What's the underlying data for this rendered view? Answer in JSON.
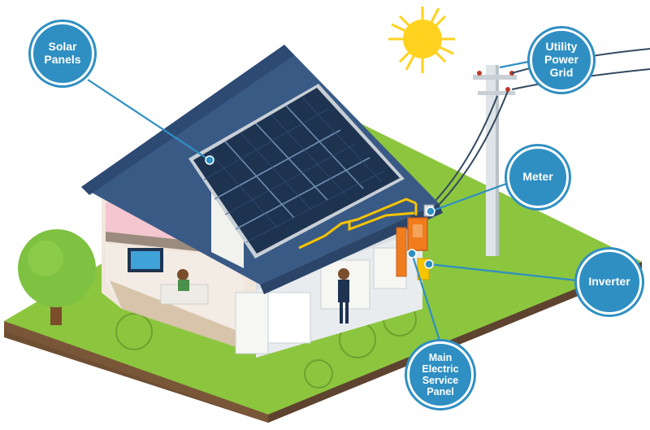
{
  "callouts": {
    "solar_panels": "Solar\nPanels",
    "utility_grid": "Utility\nPower\nGrid",
    "meter": "Meter",
    "inverter": "Inverter",
    "service_panel": "Main\nElectric\nService\nPanel"
  },
  "colors": {
    "callout_blue": "#2f8fc2",
    "grass": "#8cc63f",
    "roof": "#3a5a86",
    "solar_cell": "#1e3350",
    "sun": "#ffd21f",
    "wall": "#f1f1ee",
    "meter_orange": "#f07c1e",
    "wire_yellow": "#f6c400"
  }
}
